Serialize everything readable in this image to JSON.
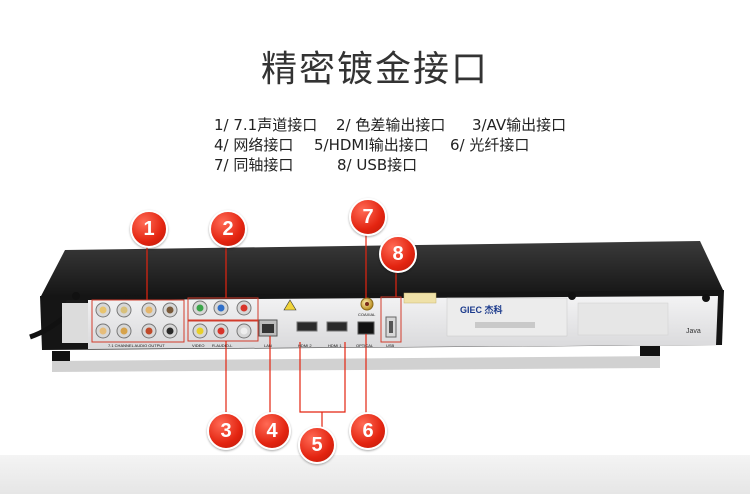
{
  "title": "精密镀金接口",
  "legend": [
    "1/ 7.1声道接口",
    "2/ 色差输出接口",
    "3/AV输出接口",
    "4/ 网络接口",
    "5/HDMI输出接口",
    "6/ 光纤接口",
    "7/ 同轴接口",
    "8/ USB接口"
  ],
  "badges": [
    "1",
    "2",
    "3",
    "4",
    "5",
    "6",
    "7",
    "8"
  ],
  "panel_labels": {
    "audio_output": "7.1 CHANNEL AUDIO OUTPUT",
    "video": "VIDEO",
    "audio_lr": "R-AUDIO-L",
    "lan": "LAN",
    "hdmi2": "HDMI 2",
    "hdmi1": "HDMI 1",
    "optical": "OPTICAL",
    "usb": "USB",
    "coaxial": "COAXIAL",
    "brand": "GIEC 杰科",
    "java": "Java"
  },
  "colors": {
    "badge": "#e32410",
    "chassis": "#1e1e1e",
    "panel": "#e9e9ea"
  }
}
